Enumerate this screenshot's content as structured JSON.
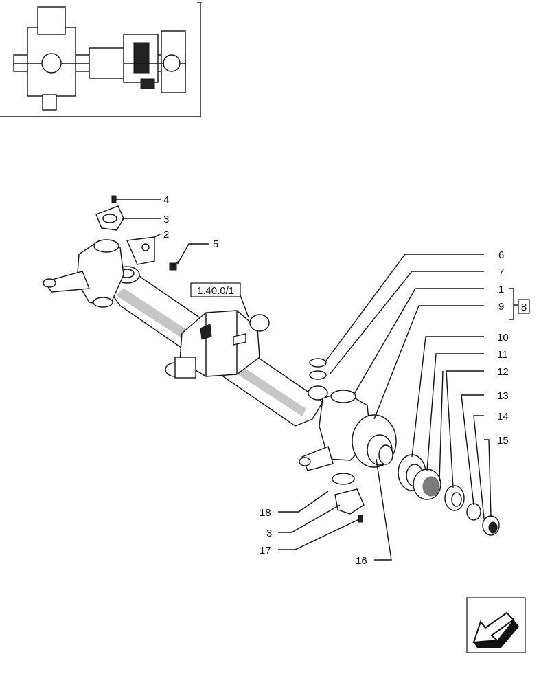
{
  "diagram": {
    "callouts": [
      {
        "id": "c4",
        "label": "4"
      },
      {
        "id": "c3a",
        "label": "3"
      },
      {
        "id": "c2",
        "label": "2"
      },
      {
        "id": "c5",
        "label": "5"
      },
      {
        "id": "c6",
        "label": "6"
      },
      {
        "id": "c7",
        "label": "7"
      },
      {
        "id": "c1",
        "label": "1"
      },
      {
        "id": "c9",
        "label": "9"
      },
      {
        "id": "c10",
        "label": "10"
      },
      {
        "id": "c11",
        "label": "11"
      },
      {
        "id": "c12",
        "label": "12"
      },
      {
        "id": "c13",
        "label": "13"
      },
      {
        "id": "c14",
        "label": "14"
      },
      {
        "id": "c15",
        "label": "15"
      },
      {
        "id": "c18",
        "label": "18"
      },
      {
        "id": "c3b",
        "label": "3"
      },
      {
        "id": "c17",
        "label": "17"
      },
      {
        "id": "c16",
        "label": "16"
      }
    ],
    "group_label": "8",
    "reference_label": "1.40.0/1"
  },
  "nav": {
    "icon": "back-arrow-icon"
  }
}
